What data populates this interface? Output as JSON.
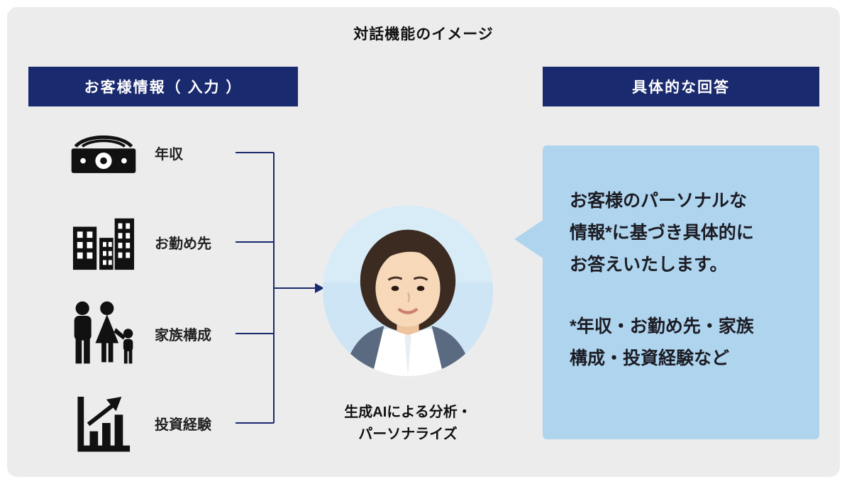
{
  "title": "対話機能のイメージ",
  "left_panel": {
    "header": "お客様情報（ 入力 ）",
    "items": [
      {
        "label": "年収",
        "icon": "money-banknote-icon"
      },
      {
        "label": "お勤め先",
        "icon": "office-buildings-icon"
      },
      {
        "label": "家族構成",
        "icon": "family-icon"
      },
      {
        "label": "投資経験",
        "icon": "bar-chart-growth-icon"
      }
    ]
  },
  "center": {
    "avatar": "ai-assistant-woman-photo",
    "caption_lines": [
      "生成AIによる分析・",
      "パーソナライズ"
    ]
  },
  "right_panel": {
    "header": "具体的な回答",
    "bubble": {
      "paragraph1_lines": [
        "お客様のパーソナルな",
        "情報*に基づき具体的に",
        "お答えいたします。"
      ],
      "paragraph2_lines": [
        "*年収・お勤め先・家族",
        "構成・投資経験など"
      ]
    }
  },
  "colors": {
    "navy": "#1a2a6e",
    "bubble_blue": "#aed4ee",
    "background_gray": "#ececec",
    "icon_black": "#111111"
  }
}
